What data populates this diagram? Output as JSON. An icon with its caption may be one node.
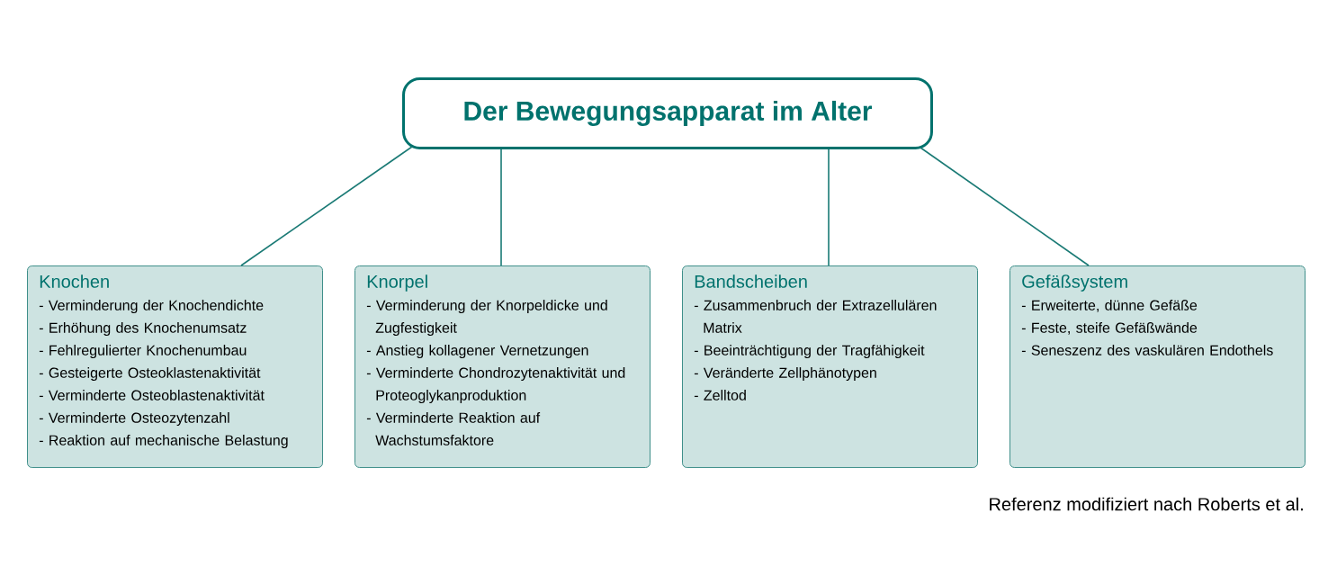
{
  "diagram": {
    "nodes": [
      {
        "text": [
          "Der Bewegungsapparat im Alter"
        ]
      },
      {
        "text": [
          "Knochen",
          "- Verminderung der Knochendichte",
          "- Erhöhung des Knochenumsatz",
          "- Fehlregulierter Knochenumbau",
          "- Gesteigerte Osteoklastenaktivität",
          "- Verminderte Osteoblastenaktivität",
          "- Verminderte Osteozytenzahl",
          "- Reaktion auf mechanische Belastung"
        ]
      },
      {
        "text": [
          "Knorpel",
          "- Verminderung der Knorpeldicke und Zugfestigkeit",
          "- Anstieg kollagener Vernetzungen",
          "- Verminderte Chondrozytenaktivität und Proteoglykanproduktion",
          "- Verminderte Reaktion auf Wachstumsfaktore"
        ]
      },
      {
        "text": [
          "Bandscheiben",
          "- Zusammenbruch der Extrazellulären Matrix",
          "- Beeinträchtigung der Tragfähigkeit",
          "- Veränderte Zellphänotypen",
          "- Zelltod"
        ]
      },
      {
        "text": [
          "Gefäßsystem",
          "- Erweiterte, dünne Gefäße",
          "- Feste, steife Gefäßwände",
          "- Seneszenz des vaskulären Endothels"
        ]
      }
    ],
    "edges": [
      {
        "from": 0,
        "to": 1,
        "arrow": "none"
      },
      {
        "from": 0,
        "to": 2,
        "arrow": "none"
      },
      {
        "from": 0,
        "to": 3,
        "arrow": "none"
      },
      {
        "from": 0,
        "to": 4,
        "arrow": "none"
      }
    ],
    "labels": [
      "Referenz modifiziert nach Roberts et al."
    ]
  }
}
